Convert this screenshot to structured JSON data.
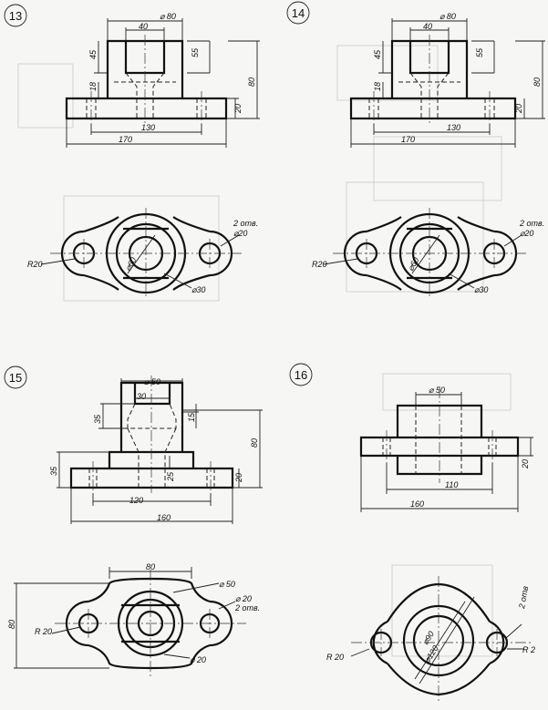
{
  "drawings": {
    "d13": {
      "number": "13",
      "front": {
        "dia80": "⌀ 80",
        "w40": "40",
        "h45": "45",
        "h55": "55",
        "h18": "18",
        "h80": "80",
        "h20": "20",
        "w130": "130",
        "w170": "170"
      },
      "top": {
        "holes": "2 отв.",
        "dia20": "⌀20",
        "r20": "R20",
        "dia30": "⌀30",
        "dia60": "⌀60"
      }
    },
    "d14": {
      "number": "14",
      "front": {
        "dia80": "⌀ 80",
        "w40": "40",
        "h45": "45",
        "h55": "55",
        "h18": "18",
        "h80": "80",
        "h20": "20",
        "w130": "130",
        "w170": "170"
      },
      "top": {
        "holes": "2 отв.",
        "dia20": "⌀20",
        "r20": "R20",
        "dia30": "⌀30",
        "dia60": "⌀60"
      }
    },
    "d15": {
      "number": "15",
      "front": {
        "dia50": "⌀ 50",
        "w30": "30",
        "h35a": "35",
        "h15": "15",
        "h80": "80",
        "h35b": "35",
        "h25": "25",
        "h20": "20",
        "w120": "120",
        "w160": "160"
      },
      "top": {
        "w80": "80",
        "h80": "80",
        "dia50": "⌀ 50",
        "dia20a": "⌀ 20",
        "holes": "2 отв.",
        "r20": "R 20",
        "dia20b": "⌀ 20"
      }
    },
    "d16": {
      "number": "16",
      "front": {
        "dia50": "⌀ 50",
        "w110": "110",
        "w160": "160",
        "h20": "20"
      },
      "top": {
        "holes": "2 отв",
        "r20a": "R 20",
        "r20b": "R 2",
        "dia90": "⌀90",
        "dia120": "⌀120"
      }
    }
  },
  "colors": {
    "line": "#111111",
    "paper": "#f6f6f4",
    "ghost": "#c9c9c9"
  }
}
